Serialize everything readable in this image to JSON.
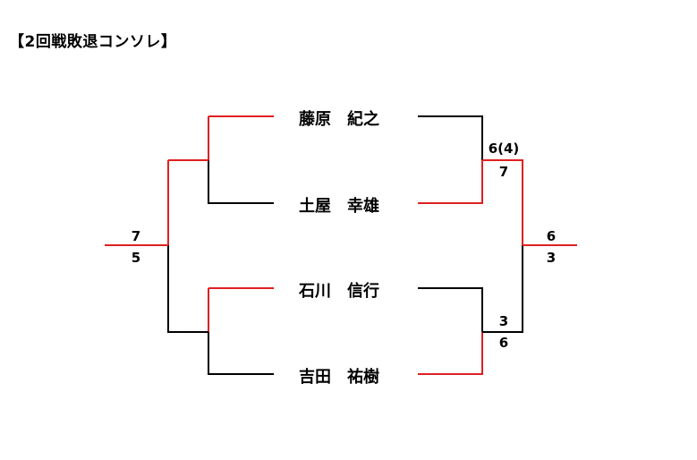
{
  "title": "【2回戦敗退コンソレ】",
  "players": [
    {
      "name": "藤原　紀之"
    },
    {
      "name": "土屋　幸雄"
    },
    {
      "name": "石川　信行"
    },
    {
      "name": "吉田　祐樹"
    }
  ],
  "scores": {
    "left_final": {
      "top": "7",
      "bottom": "5"
    },
    "right_semi_top": {
      "top": "6(4)",
      "bottom": "7"
    },
    "right_semi_bottom": {
      "top": "3",
      "bottom": "6"
    },
    "right_final": {
      "top": "6",
      "bottom": "3"
    }
  },
  "colors": {
    "winner_line": "#e02020",
    "loser_line": "#000000"
  }
}
